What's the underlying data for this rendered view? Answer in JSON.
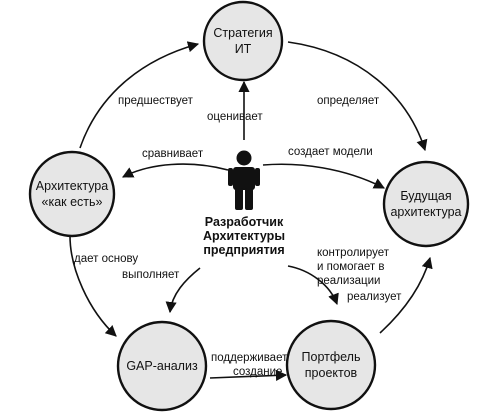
{
  "nodes": {
    "it_strategy": {
      "line1": "Стратегия",
      "line2": "ИТ"
    },
    "future_architecture": {
      "line1": "Будущая",
      "line2": "архитектура"
    },
    "as_is_architecture": {
      "line1": "Архитектура",
      "line2": "«как есть»"
    },
    "gap_analysis": {
      "line1": "GAP-анализ"
    },
    "project_portfolio": {
      "line1": "Портфель",
      "line2": "проектов"
    }
  },
  "center": {
    "line1": "Разработчик",
    "line2": "Архитектуры",
    "line3": "предприятия",
    "icon": "person-icon"
  },
  "edges": {
    "precedes": "предшествует",
    "defines": "определяет",
    "evaluates": "оценивает",
    "compares": "сравнивает",
    "creates_models": "создает модели",
    "gives_basis": "дает основу",
    "performs": "выполняет",
    "controls_line1": "контролирует",
    "controls_line2": "и помогает в",
    "controls_line3": "реализации",
    "realizes": "реализует",
    "supports_line1": "поддерживает",
    "supports_line2": "создание"
  },
  "colors": {
    "node_fill": "#e6e6e6",
    "stroke": "#111111",
    "background": "#ffffff"
  }
}
